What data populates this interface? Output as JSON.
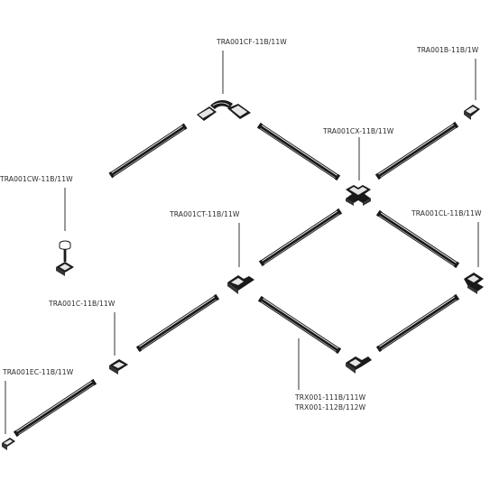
{
  "labels": {
    "cf": "TRA001CF-11B/11W",
    "b": "TRA001B-11B/1W",
    "cw": "TRA001CW-11B/11W",
    "cx": "TRA001CX-11B/11W",
    "ct": "TRA001CT-11B/11W",
    "cl": "TRA001CL-11B/11W",
    "c": "TRA001C-11B/11W",
    "ec": "TRA001EC-11B/11W",
    "trx1": "TRX001-111B/111W",
    "trx2": "TRX001-112B/112W"
  },
  "colors": {
    "rail_dark": "#1a1a1a",
    "rail_light": "#ffffff",
    "connector_light": "#e6e6e6",
    "label": "#2a2a2a"
  }
}
